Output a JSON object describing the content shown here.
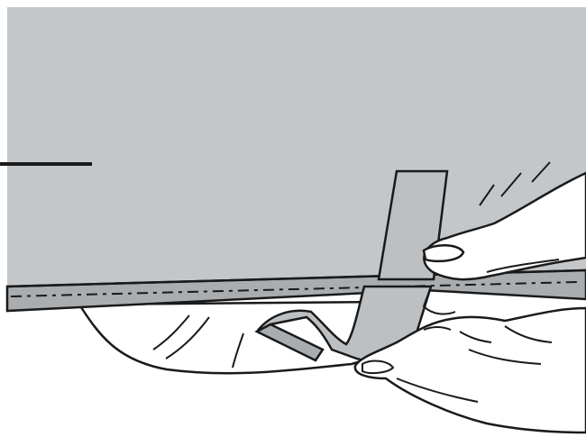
{
  "illustration": {
    "colors": {
      "panel": "#c4c7c9",
      "panel_shadow": "#b9bcbf",
      "trim_band": "#a9adb0",
      "tab": "#bdc0c3",
      "outline": "#1a1a1a",
      "skin": "#ffffff",
      "background": "#ffffff"
    },
    "icons": [
      "callout-line",
      "hand",
      "thumb",
      "fingers",
      "pull-tab",
      "stitch-line"
    ]
  }
}
